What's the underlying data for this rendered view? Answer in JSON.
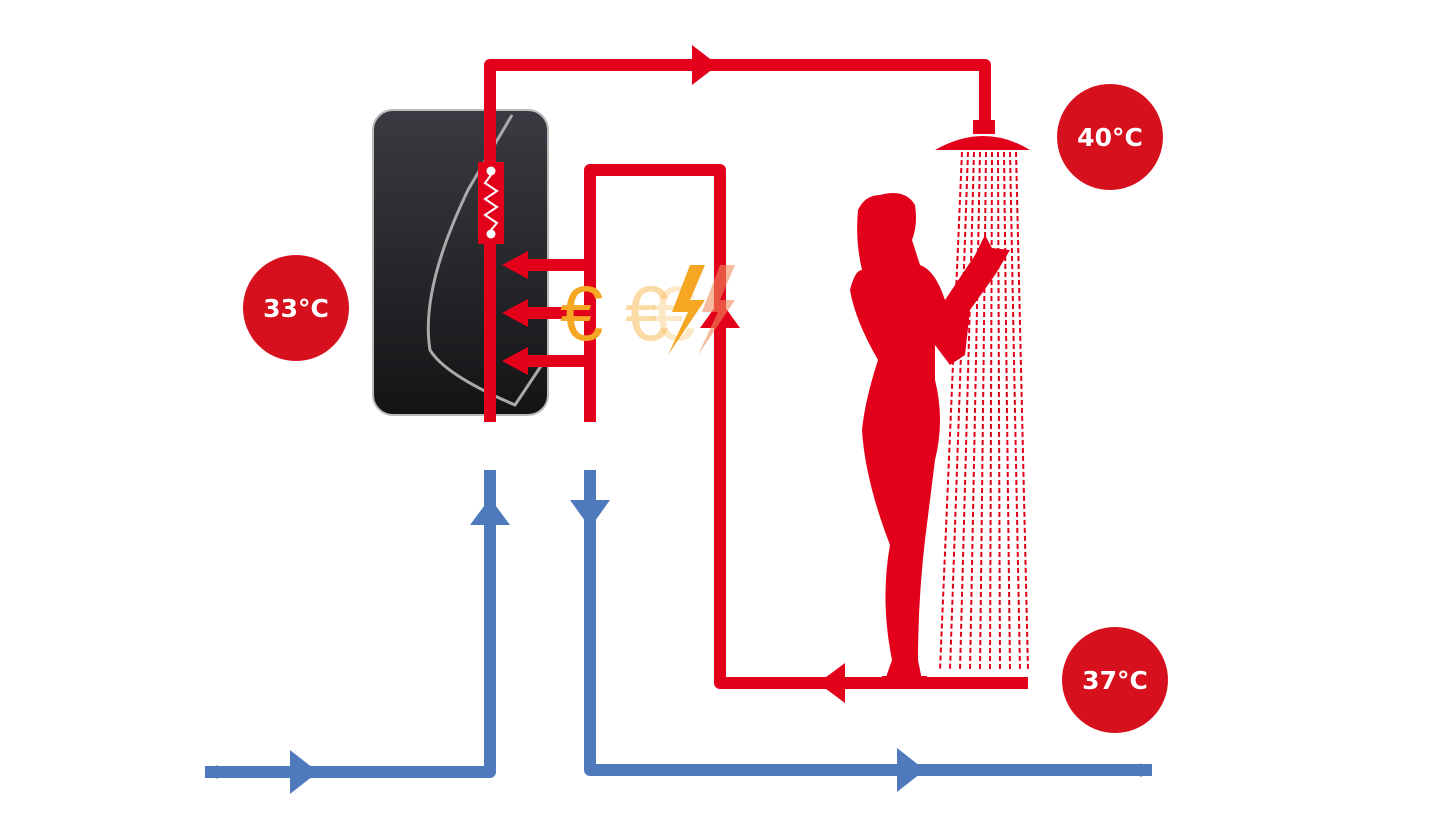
{
  "diagram": {
    "temperatures": {
      "heater_input": "33°C",
      "shower_output": "40°C",
      "drain_water": "37°C"
    },
    "cost_symbols": "€€€",
    "colors": {
      "hot": "#e2001a",
      "cold": "#4f79bd",
      "heater": "#26272b",
      "cost": "#f5a623"
    }
  }
}
